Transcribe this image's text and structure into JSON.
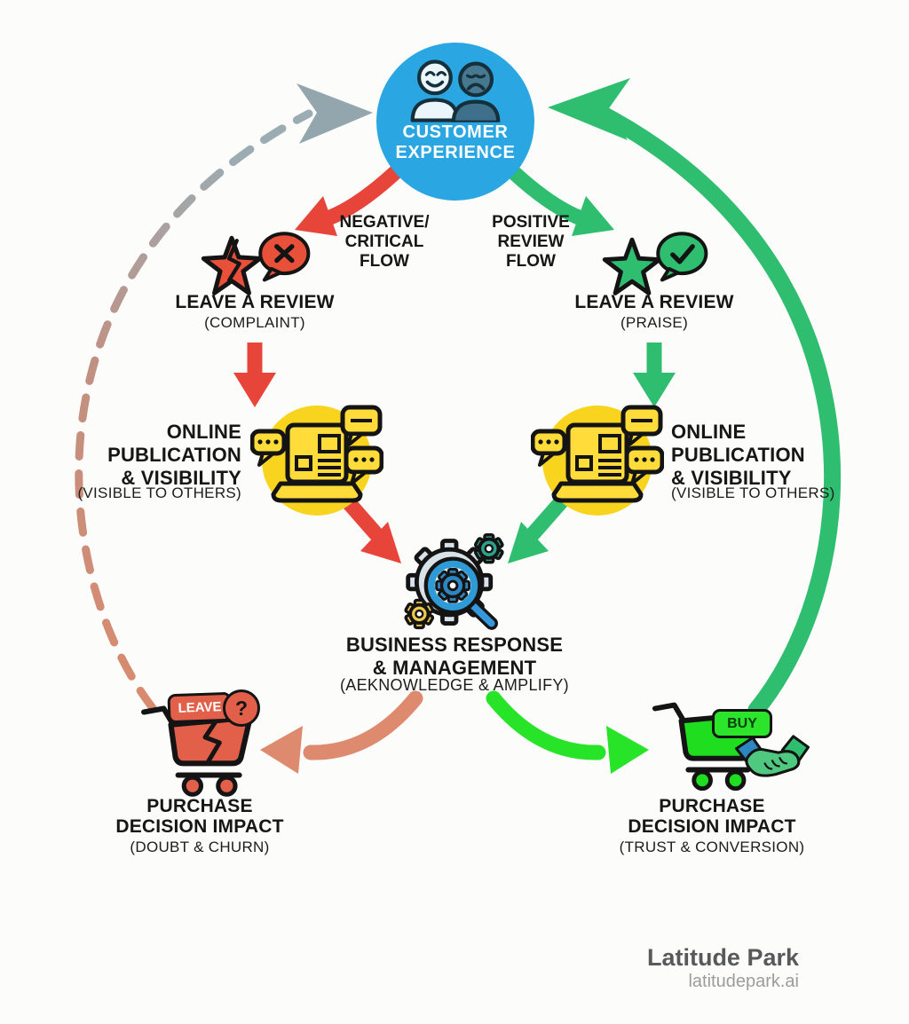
{
  "palette": {
    "circle_blue": "#2AA7E3",
    "negative_red": "#E8453A",
    "positive_green": "#2FBE70",
    "conversion_lime": "#28E428",
    "churn_salmon": "#DD8A6E",
    "loop_grey": "#9BACB3",
    "publication_yellow": "#F8D41E",
    "text_ink": "#141414"
  },
  "customer_node": {
    "line1": "CUSTOMER",
    "line2": "EXPERIENCE"
  },
  "flow_labels": {
    "negative": {
      "line1": "NEGATIVE/",
      "line2": "CRITICAL",
      "line3": "FLOW"
    },
    "positive": {
      "line1": "POSITIVE",
      "line2": "REVIEW",
      "line3": "FLOW"
    }
  },
  "negative_branch": {
    "review_title": "LEAVE A REVIEW",
    "review_subtitle": "(COMPLAINT)",
    "publication_line1": "ONLINE",
    "publication_line2": "PUBLICATION",
    "publication_line3": "& VISIBILITY",
    "publication_subtitle": "(VISIBLE TO OTHERS)",
    "impact_line1": "PURCHASE",
    "impact_line2": "DECISION IMPACT",
    "impact_subtitle": "(DOUBT & CHURN)",
    "cart_badge": "LEAVE",
    "question_glyph": "?"
  },
  "positive_branch": {
    "review_title": "LEAVE A REVIEW",
    "review_subtitle": "(PRAISE)",
    "publication_line1": "ONLINE",
    "publication_line2": "PUBLICATION",
    "publication_line3": "& VISIBILITY",
    "publication_subtitle": "(VISIBLE TO OTHERS)",
    "impact_line1": "PURCHASE",
    "impact_line2": "DECISION IMPACT",
    "impact_subtitle": "(TRUST & CONVERSION)",
    "cart_badge": "BUY"
  },
  "business_node": {
    "line1": "BUSINESS RESPONSE",
    "line2": "& MANAGEMENT",
    "subtitle": "(AEKNOWLEDGE & AMPLIFY)"
  },
  "footer": {
    "brand": "Latitude Park",
    "site": "latitudepark.ai"
  }
}
